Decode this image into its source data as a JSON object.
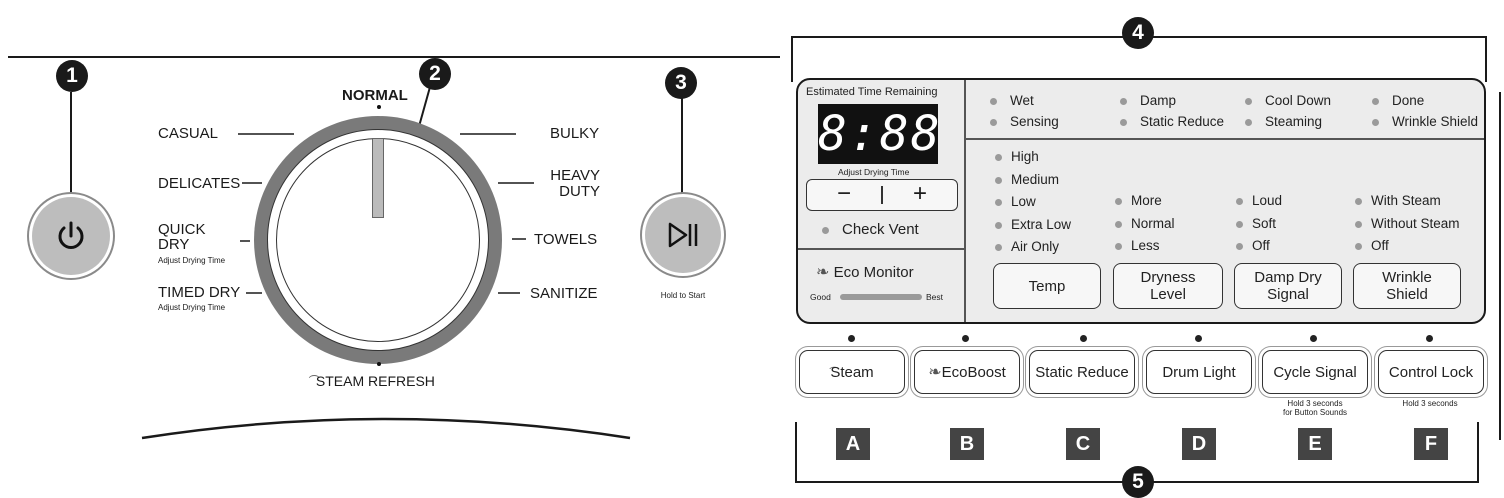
{
  "callouts": [
    "1",
    "2",
    "3",
    "4",
    "5"
  ],
  "power": {
    "icon": "power-icon"
  },
  "start": {
    "icon": "play-pause-icon",
    "hint": "Hold to Start"
  },
  "dial": {
    "top": "NORMAL",
    "left": [
      {
        "text": "CASUAL"
      },
      {
        "text": "DELICATES"
      },
      {
        "text": "QUICK\nDRY",
        "sub": "Adjust Drying Time"
      },
      {
        "text": "TIMED DRY",
        "sub": "Adjust Drying Time"
      }
    ],
    "right": [
      {
        "text": "BULKY"
      },
      {
        "text": "HEAVY\nDUTY"
      },
      {
        "text": "TOWELS"
      },
      {
        "text": "SANITIZE"
      }
    ],
    "bottom": "STEAM REFRESH"
  },
  "panel": {
    "time_label": "Estimated Time Remaining",
    "display": "8:88",
    "adjust_label": "Adjust Drying Time",
    "minus": "−",
    "plus": "+",
    "check_vent": "Check Vent",
    "eco_monitor": "Eco Monitor",
    "eco_good": "Good",
    "eco_best": "Best",
    "status_cols": [
      [
        "Wet",
        "Sensing"
      ],
      [
        "Damp",
        "Static Reduce"
      ],
      [
        "Cool Down",
        "Steaming"
      ],
      [
        "Done",
        "Wrinkle Shield"
      ]
    ],
    "temp_levels": [
      "High",
      "Medium",
      "Low",
      "Extra Low",
      "Air Only"
    ],
    "dryness_levels": [
      "More",
      "Normal",
      "Less"
    ],
    "signal_levels": [
      "Loud",
      "Soft",
      "Off"
    ],
    "wrinkle_levels": [
      "With Steam",
      "Without Steam",
      "Off"
    ],
    "select_buttons": [
      "Temp",
      "Dryness\nLevel",
      "Damp Dry\nSignal",
      "Wrinkle\nShield"
    ]
  },
  "option_buttons": [
    {
      "label": "Steam",
      "letter": "A"
    },
    {
      "label": "EcoBoost",
      "letter": "B"
    },
    {
      "label": "Static Reduce",
      "letter": "C"
    },
    {
      "label": "Drum Light",
      "letter": "D"
    },
    {
      "label": "Cycle Signal",
      "letter": "E",
      "hint": "Hold 3 seconds\nfor Button Sounds"
    },
    {
      "label": "Control Lock",
      "letter": "F",
      "hint": "Hold 3 seconds"
    }
  ],
  "colors": {
    "ink": "#1a1a1a",
    "panel": "#ececec",
    "dial_ring": "#7a7a7a",
    "badge": "#444444"
  }
}
